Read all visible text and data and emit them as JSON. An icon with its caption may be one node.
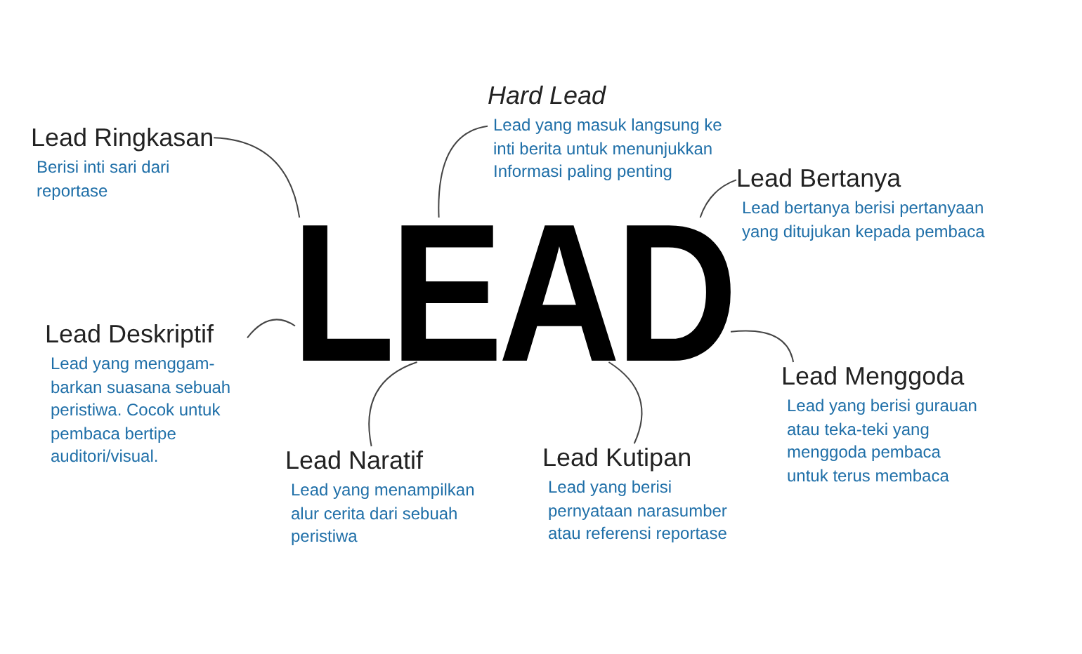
{
  "diagram": {
    "nodes": [
      {
        "text": [
          "LEAD"
        ]
      },
      {
        "text": [
          "Lead Ringkasan",
          "Berisi inti sari dari reportase"
        ]
      },
      {
        "text": [
          "Hard Lead",
          "Lead yang masuk langsung ke inti berita untuk menunjukkan Informasi paling penting"
        ]
      },
      {
        "text": [
          "Lead Bertanya",
          "Lead bertanya berisi pertanyaan yang ditujukan kepada pembaca"
        ]
      },
      {
        "text": [
          "Lead Deskriptif",
          "Lead yang menggam- barkan suasana sebuah peristiwa. Cocok untuk pembaca bertipe auditori/visual."
        ]
      },
      {
        "text": [
          "Lead Naratif",
          "Lead yang menampilkan alur cerita dari sebuah peristiwa"
        ]
      },
      {
        "text": [
          "Lead Kutipan",
          "Lead yang berisi pernyataan narasumber atau referensi reportase"
        ]
      },
      {
        "text": [
          "Lead Menggoda",
          "Lead yang berisi gurauan atau teka-teki yang menggoda pembaca untuk terus membaca"
        ]
      }
    ],
    "edges": [
      {
        "from": 1,
        "to": 0,
        "arrow": "none"
      },
      {
        "from": 2,
        "to": 0,
        "arrow": "none"
      },
      {
        "from": 3,
        "to": 0,
        "arrow": "none"
      },
      {
        "from": 4,
        "to": 0,
        "arrow": "none"
      },
      {
        "from": 5,
        "to": 0,
        "arrow": "none"
      },
      {
        "from": 6,
        "to": 0,
        "arrow": "none"
      },
      {
        "from": 7,
        "to": 0,
        "arrow": "none"
      }
    ]
  }
}
